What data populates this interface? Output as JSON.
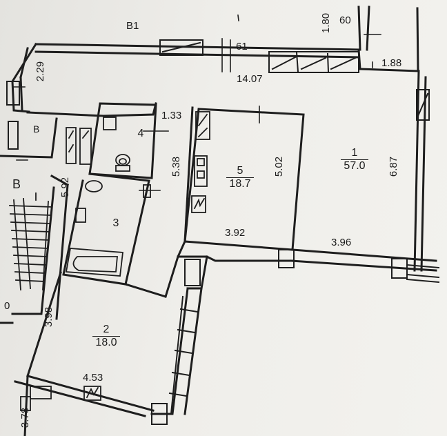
{
  "section_label": "В1",
  "stair_label": "В",
  "shaft_label": "В",
  "partial_label": "0",
  "rooms": [
    {
      "number": "1",
      "area": "57.0"
    },
    {
      "number": "5",
      "area": "18.7"
    },
    {
      "number": "4",
      "area": ""
    },
    {
      "number": "3",
      "area": ""
    },
    {
      "number": "2",
      "area": "18.0"
    }
  ],
  "dimensions": {
    "top_length": "14.07",
    "top_mark": "61",
    "top_right_mark": "60",
    "top_right_vertical": "1.80",
    "top_right_width": "1.88",
    "left_depth": "2.29",
    "bath4_width": "1.33",
    "room5_left": "5.38",
    "room5_right": "5.02",
    "room5_bottom": "3.92",
    "room1_bottom": "3.96",
    "room1_right": "6.87",
    "corridor_left": "5.92",
    "room2_left": "3.98",
    "room2_bottom": "4.53",
    "bottom_left": "3.78"
  }
}
